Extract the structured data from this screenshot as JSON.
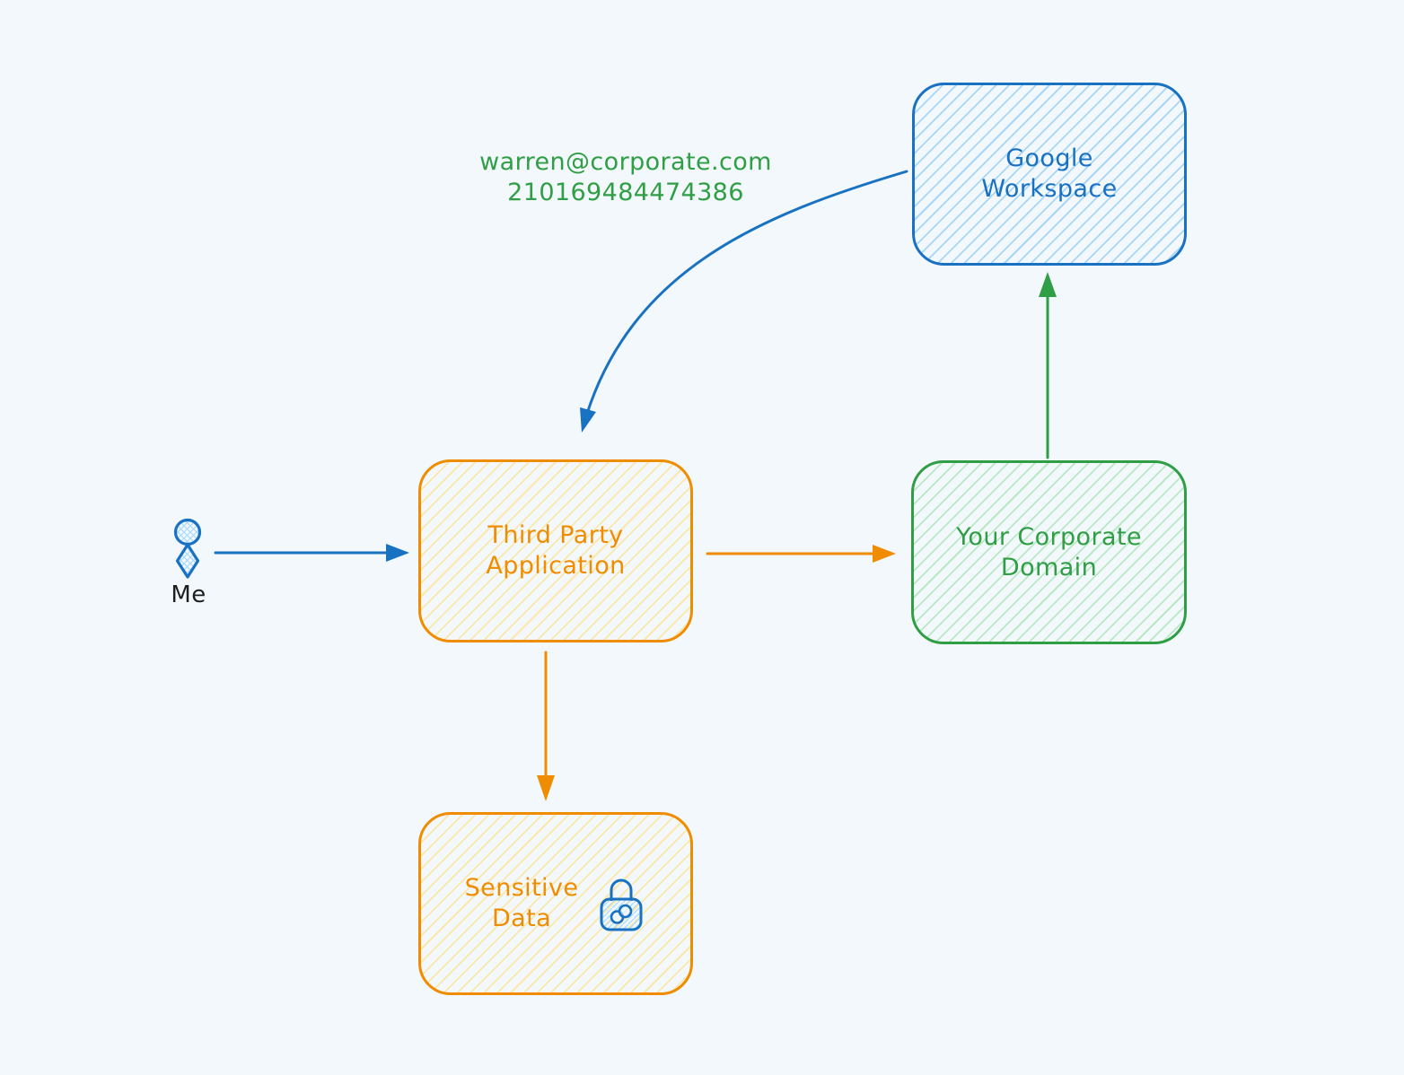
{
  "canvas": {
    "background": "#f2f8fc"
  },
  "actor": {
    "label": "Me",
    "color": "#1971c2",
    "label_color": "#1e1e1e"
  },
  "annotation": {
    "line1": "warren@corporate.com",
    "line2": "210169484474386",
    "color": "#2f9e44"
  },
  "nodes": [
    {
      "id": "google-workspace",
      "line1": "Google",
      "line2": "Workspace",
      "color": "#1971c2",
      "hatch_color": "#96cdf7"
    },
    {
      "id": "third-party-application",
      "line1": "Third Party",
      "line2": "Application",
      "color": "#f08c00",
      "hatch_color": "#ffe294"
    },
    {
      "id": "your-corporate-domain",
      "line1": "Your Corporate",
      "line2": "Domain",
      "color": "#2f9e44",
      "hatch_color": "#aae5b5"
    },
    {
      "id": "sensitive-data",
      "line1": "Sensitive",
      "line2": "Data",
      "color": "#f08c00",
      "hatch_color": "#ffe294",
      "icon": "lock-icon"
    }
  ],
  "edges": [
    {
      "from": "me",
      "to": "third-party-application",
      "color": "#1971c2",
      "style": "straight"
    },
    {
      "from": "google-workspace",
      "to": "third-party-application",
      "color": "#1971c2",
      "style": "curved",
      "label": "warren@corporate.com 210169484474386"
    },
    {
      "from": "third-party-application",
      "to": "your-corporate-domain",
      "color": "#f08c00",
      "style": "straight"
    },
    {
      "from": "your-corporate-domain",
      "to": "google-workspace",
      "color": "#2f9e44",
      "style": "straight"
    },
    {
      "from": "third-party-application",
      "to": "sensitive-data",
      "color": "#f08c00",
      "style": "straight"
    }
  ],
  "lock_icon": {
    "color": "#1971c2"
  }
}
